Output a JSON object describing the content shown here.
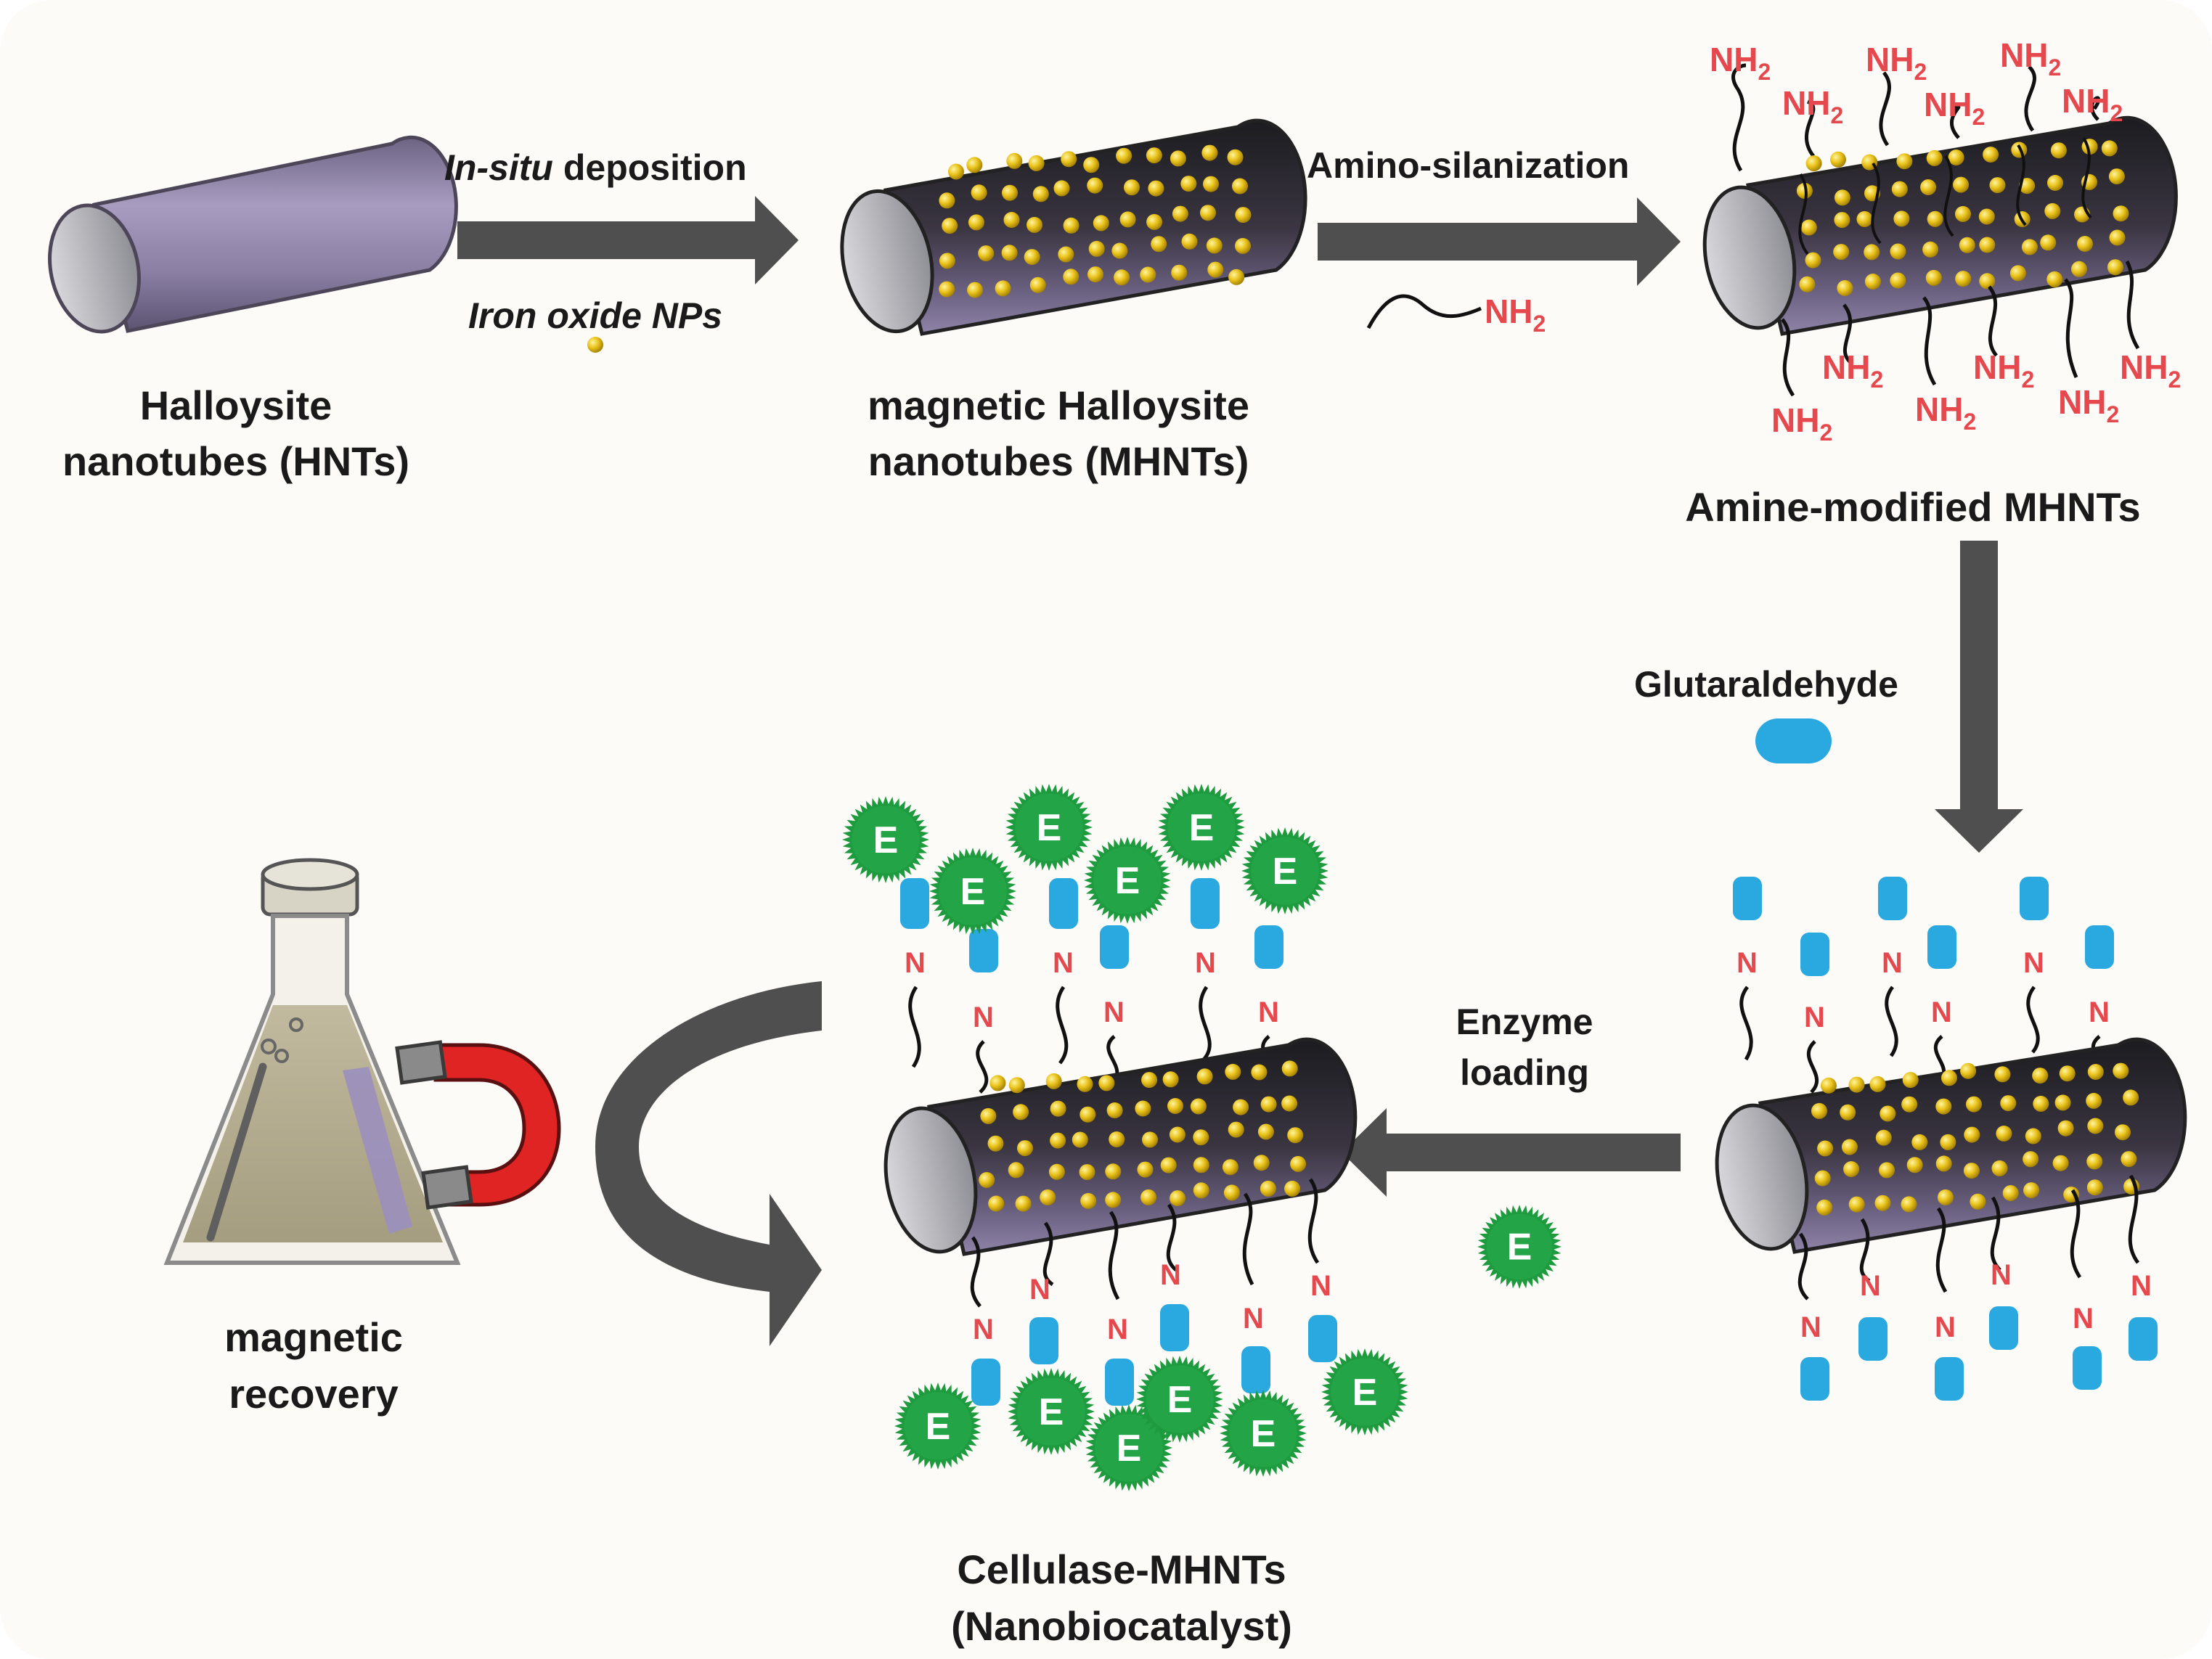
{
  "colors": {
    "background": "#fcfbf8",
    "arrow": "#4f4f4f",
    "hnt_tube": "#8d82a6",
    "iron_np": "#e9c21a",
    "amine_label": "#e5484d",
    "glutaraldehyde": "#2aa8e0",
    "enzyme": "#1f9b3f",
    "magnet": "#e02424",
    "flask_liquid": "#b4ab8f"
  },
  "steps": {
    "hnt_label_line1": "Halloysite",
    "hnt_label_line2": "nanotubes (HNTs)",
    "deposition_italic": "In-situ",
    "deposition_rest": " deposition",
    "iron_oxide_label": "Iron oxide NPs",
    "mhnt_label_line1": "magnetic Halloysite",
    "mhnt_label_line2": "nanotubes (MHNTs)",
    "silanization_label": "Amino-silanization",
    "amine_group": "NH",
    "amine_subscript": "2",
    "amine_mhnt_label": "Amine-modified MHNTs",
    "glutaraldehyde_label": "Glutaraldehyde",
    "enzyme_loading_line1": "Enzyme",
    "enzyme_loading_line2": "loading",
    "imine_n": "N",
    "enzyme_symbol": "E",
    "product_line1": "Cellulase-MHNTs",
    "product_line2": "(Nanobiocatalyst)",
    "recovery_line1": "magnetic",
    "recovery_line2": "recovery"
  }
}
